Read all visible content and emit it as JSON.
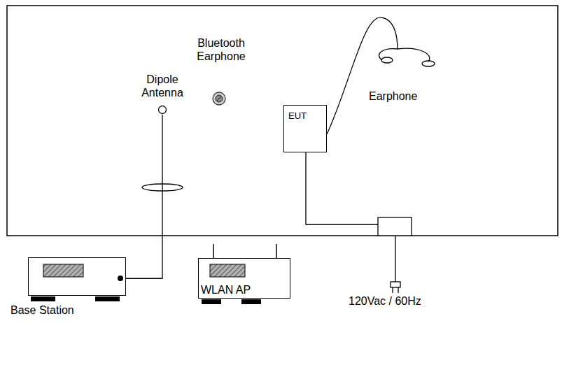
{
  "diagram": {
    "nodes": [
      {
        "text": [
          "Dipole Antenna"
        ]
      },
      {
        "text": [
          "EUT"
        ]
      },
      {
        "text": [
          "Base Station"
        ]
      },
      {
        "text": [
          "WLAN AP"
        ]
      }
    ],
    "edges": [
      {
        "from": 0,
        "to": 2,
        "arrow": "none"
      }
    ],
    "labels": [
      "Bluetooth Earphone",
      "Earphone",
      "120Vac / 60Hz"
    ]
  }
}
